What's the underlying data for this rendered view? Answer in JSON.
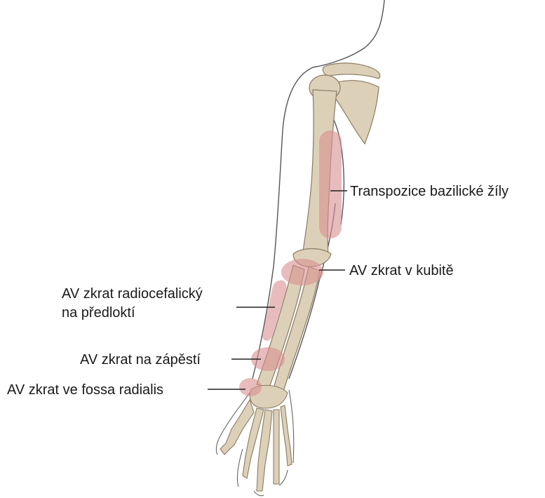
{
  "labels": {
    "basilic": "Transpozice bazilické žíly",
    "cubital": "AV zkrat v kubitě",
    "forearm_line1": "AV zkrat radiocefalický",
    "forearm_line2": "na předloktí",
    "wrist": "AV zkrat na zápěstí",
    "fossa": "AV zkrat ve fossa radialis"
  },
  "colors": {
    "bone": "#ddd0b8",
    "bone_outline": "#8b7b63",
    "highlight": "#d98f8f",
    "skin_outline": "#555555",
    "leader": "#222222"
  }
}
